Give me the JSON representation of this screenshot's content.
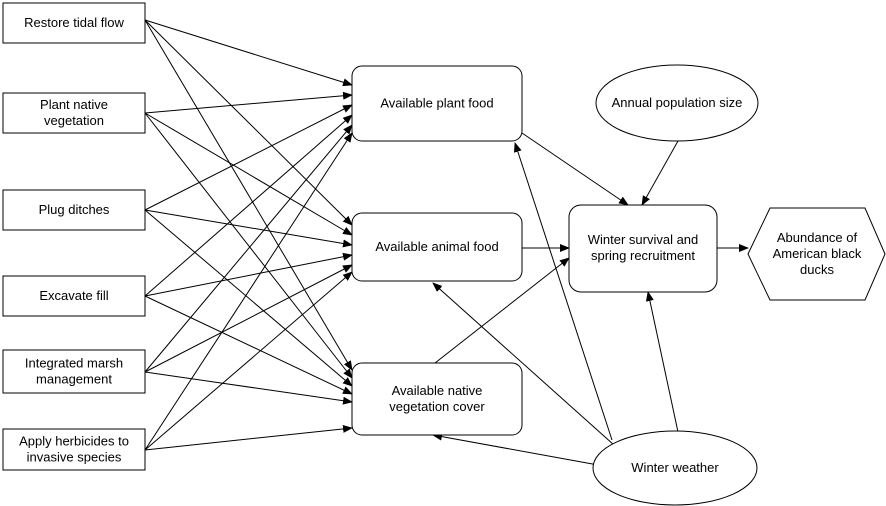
{
  "actions": [
    {
      "id": "restore",
      "lines": [
        "Restore tidal flow"
      ]
    },
    {
      "id": "plant",
      "lines": [
        "Plant native",
        "vegetation"
      ]
    },
    {
      "id": "plug",
      "lines": [
        "Plug ditches"
      ]
    },
    {
      "id": "excavate",
      "lines": [
        "Excavate fill"
      ]
    },
    {
      "id": "integrated",
      "lines": [
        "Integrated marsh",
        "management"
      ]
    },
    {
      "id": "herbicides",
      "lines": [
        "Apply herbicides to",
        "invasive species"
      ]
    }
  ],
  "resources": [
    {
      "id": "plantfood",
      "lines": [
        "Available plant food"
      ]
    },
    {
      "id": "animalfood",
      "lines": [
        "Available animal food"
      ]
    },
    {
      "id": "cover",
      "lines": [
        "Available native",
        "vegetation cover"
      ]
    }
  ],
  "survival": {
    "lines": [
      "Winter survival and",
      "spring recruitment"
    ]
  },
  "population": {
    "lines": [
      "Annual population size"
    ]
  },
  "weather": {
    "lines": [
      "Winter weather"
    ]
  },
  "outcome": {
    "lines": [
      "Abundance of",
      "American black",
      "ducks"
    ]
  }
}
